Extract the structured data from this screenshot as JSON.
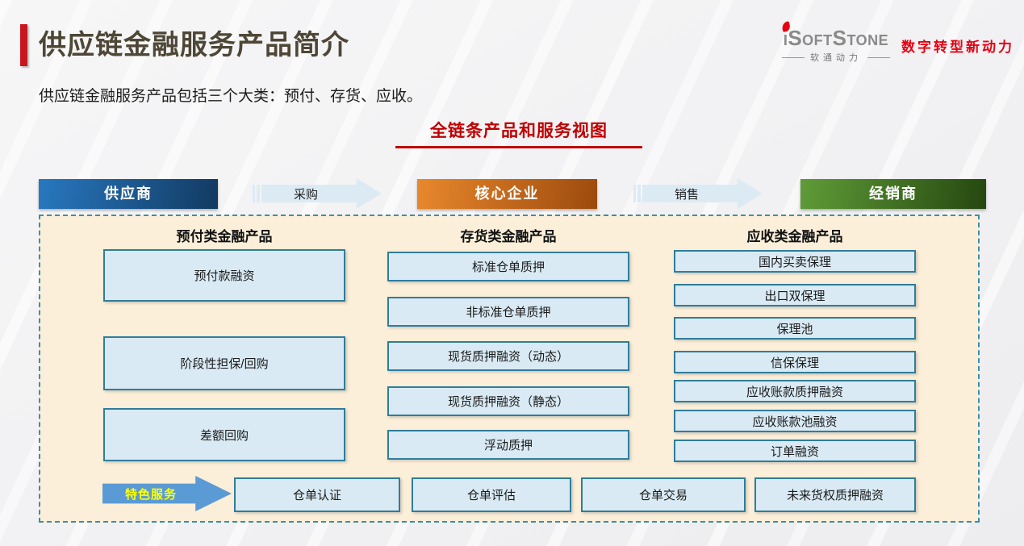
{
  "slide": {
    "title": "供应链金融服务产品简介",
    "subtitle": "供应链金融服务产品包括三个大类：预付、存货、应收。",
    "section_heading": "全链条产品和服务视图"
  },
  "logo": {
    "brand": "iSoftStone",
    "brand_cn": "软通动力",
    "tagline": "数字转型新动力"
  },
  "flow": {
    "nodes": [
      {
        "label": "供应商"
      },
      {
        "label": "核心企业"
      },
      {
        "label": "经销商"
      }
    ],
    "arrows": [
      {
        "label": "采购"
      },
      {
        "label": "销售"
      }
    ]
  },
  "panel": {
    "columns": [
      {
        "header": "预付类金融产品",
        "items": [
          "预付款融资",
          "阶段性担保/回购",
          "差额回购"
        ]
      },
      {
        "header": "存货类金融产品",
        "items": [
          "标准仓单质押",
          "非标准仓单质押",
          "现货质押融资（动态）",
          "现货质押融资（静态）",
          "浮动质押"
        ]
      },
      {
        "header": "应收类金融产品",
        "items": [
          "国内买卖保理",
          "出口双保理",
          "保理池",
          "信保保理",
          "应收账款质押融资",
          "应收账款池融资",
          "订单融资"
        ]
      }
    ],
    "special_service": {
      "label": "特色服务",
      "items": [
        "仓单认证",
        "仓单评估",
        "仓单交易",
        "未来货权质押融资"
      ]
    }
  },
  "colors": {
    "accent_red": "#c8161e",
    "heading_red": "#c00000",
    "title_text": "#4e4736",
    "logo_gray": "#8a8a8a",
    "tagline_red": "#e60012",
    "supplier_blue_from": "#2878c0",
    "supplier_blue_to": "#123a61",
    "core_orange_from": "#e9882d",
    "core_orange_to": "#9c4a0d",
    "dealer_green_from": "#5f9c38",
    "dealer_green_to": "#25470f",
    "flow_arrow_fill": "#dceaf4",
    "panel_bg": "#fbefd9",
    "panel_border": "#3d8ea8",
    "item_box_bg": "#d9eaf4",
    "item_box_border": "#2f7d9b",
    "special_arrow_blue": "#5b9bd5",
    "special_label_yellow": "#ffff00"
  }
}
